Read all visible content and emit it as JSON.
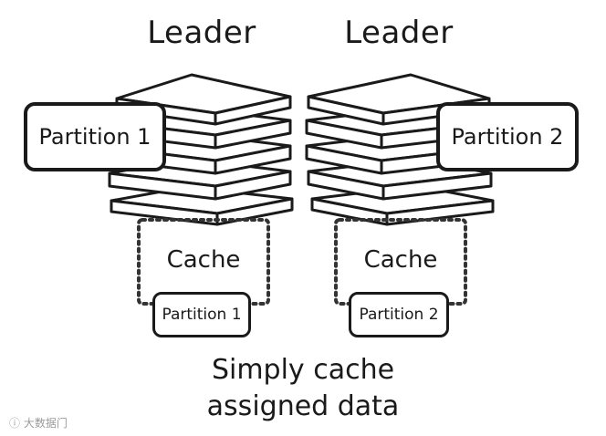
{
  "left_node": {
    "leader_label": "Leader",
    "partition_label": "Partition 1",
    "cache_label": "Cache",
    "cached_partition_label": "Partition 1"
  },
  "right_node": {
    "leader_label": "Leader",
    "partition_label": "Partition 2",
    "cache_label": "Cache",
    "cached_partition_label": "Partition 2"
  },
  "caption": {
    "line1": "Simply cache",
    "line2": "assigned data"
  },
  "watermark": {
    "text": "大数据门"
  },
  "colors": {
    "ink": "#1a1a1a",
    "background": "#ffffff",
    "dotted": "#333333"
  }
}
